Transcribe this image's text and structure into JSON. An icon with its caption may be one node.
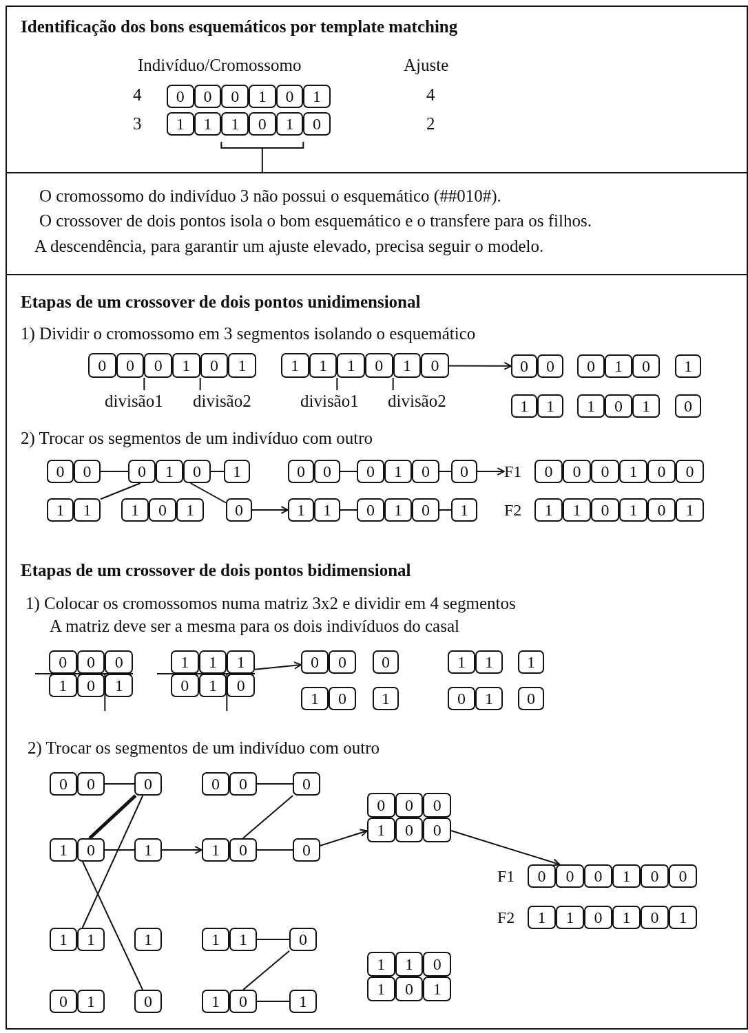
{
  "diagram": {
    "nodes": [
      {
        "text": [
          "Identificação dos bons esquemáticos por template matching"
        ]
      },
      {
        "text": [
          "0",
          "0",
          "0",
          "1",
          "0",
          "1"
        ],
        "in": 0
      },
      {
        "text": [
          "1",
          "1",
          "1",
          "0",
          "1",
          "0"
        ],
        "in": 0
      },
      {
        "text": [
          "O cromossomo do indivíduo 3 não possui o esquemático (##010#).",
          "O crossover de dois pontos isola o bom esquemático e o transfere para os filhos.",
          "A descendência, para garantir um ajuste elevado, precisa seguir o modelo."
        ]
      },
      {
        "text": [
          "Etapas de um crossover de dois pontos unidimensional",
          "1) Dividir o cromossomo em 3 segmentos isolando o esquemático",
          "2) Trocar os segmentos de um indivíduo com outro",
          "Etapas de um crossover de dois pontos bidimensional",
          "1) Colocar os cromossomos numa matriz 3x2 e dividir em 4 segmentos",
          "A matriz deve ser a mesma para os dois indivíduos do casal",
          "2) Trocar os segmentos de um indivíduo com outro"
        ]
      },
      {
        "text": [
          "0",
          "0",
          "0",
          "1",
          "0",
          "1"
        ],
        "in": 4
      },
      {
        "text": [
          "1",
          "1",
          "1",
          "0",
          "1",
          "0"
        ],
        "in": 4
      },
      {
        "text": [
          "0",
          "0"
        ],
        "in": 4
      },
      {
        "text": [
          "0",
          "1",
          "0"
        ],
        "in": 4
      },
      {
        "text": [
          "1"
        ],
        "in": 4
      },
      {
        "text": [
          "1",
          "1"
        ],
        "in": 4
      },
      {
        "text": [
          "1",
          "0",
          "1"
        ],
        "in": 4
      },
      {
        "text": [
          "0"
        ],
        "in": 4
      },
      {
        "text": [
          "0",
          "0"
        ],
        "in": 4
      },
      {
        "text": [
          "0",
          "1",
          "0"
        ],
        "in": 4
      },
      {
        "text": [
          "1"
        ],
        "in": 4
      },
      {
        "text": [
          "1",
          "1"
        ],
        "in": 4
      },
      {
        "text": [
          "1",
          "0",
          "1"
        ],
        "in": 4
      },
      {
        "text": [
          "0"
        ],
        "in": 4
      },
      {
        "text": [
          "0",
          "0"
        ],
        "in": 4
      },
      {
        "text": [
          "0",
          "1",
          "0"
        ],
        "in": 4
      },
      {
        "text": [
          "0"
        ],
        "in": 4
      },
      {
        "text": [
          "1",
          "1"
        ],
        "in": 4
      },
      {
        "text": [
          "0",
          "1",
          "0"
        ],
        "in": 4
      },
      {
        "text": [
          "1"
        ],
        "in": 4
      },
      {
        "text": [
          "0",
          "0",
          "0",
          "1",
          "0",
          "0"
        ],
        "beside": [
          "F1"
        ],
        "in": 4
      },
      {
        "text": [
          "1",
          "1",
          "0",
          "1",
          "0",
          "1"
        ],
        "beside": [
          "F2"
        ],
        "in": 4
      },
      {
        "text": [
          "0",
          "0",
          "0",
          "1",
          "0",
          "1"
        ],
        "in": 4
      },
      {
        "text": [
          "1",
          "1",
          "1",
          "0",
          "1",
          "0"
        ],
        "in": 4
      },
      {
        "text": [
          "0",
          "0"
        ],
        "in": 4
      },
      {
        "text": [
          "0"
        ],
        "in": 4
      },
      {
        "text": [
          "1",
          "1"
        ],
        "in": 4
      },
      {
        "text": [
          "1"
        ],
        "in": 4
      },
      {
        "text": [
          "1",
          "0"
        ],
        "in": 4
      },
      {
        "text": [
          "1"
        ],
        "in": 4
      },
      {
        "text": [
          "0",
          "1"
        ],
        "in": 4
      },
      {
        "text": [
          "0"
        ],
        "in": 4
      },
      {
        "text": [
          "0",
          "0"
        ],
        "in": 4
      },
      {
        "text": [
          "0"
        ],
        "in": 4
      },
      {
        "text": [
          "1",
          "0"
        ],
        "in": 4
      },
      {
        "text": [
          "1"
        ],
        "in": 4
      },
      {
        "text": [
          "1",
          "1"
        ],
        "in": 4
      },
      {
        "text": [
          "1"
        ],
        "in": 4
      },
      {
        "text": [
          "0",
          "1"
        ],
        "in": 4
      },
      {
        "text": [
          "0"
        ],
        "in": 4
      },
      {
        "text": [
          "0",
          "0"
        ],
        "in": 4
      },
      {
        "text": [
          "0"
        ],
        "in": 4
      },
      {
        "text": [
          "1",
          "0"
        ],
        "in": 4
      },
      {
        "text": [
          "0"
        ],
        "in": 4
      },
      {
        "text": [
          "1",
          "1"
        ],
        "in": 4
      },
      {
        "text": [
          "0"
        ],
        "in": 4
      },
      {
        "text": [
          "1",
          "0"
        ],
        "in": 4
      },
      {
        "text": [
          "1"
        ],
        "in": 4
      },
      {
        "text": [
          "0",
          "0",
          "0",
          "1",
          "0",
          "0"
        ],
        "in": 4
      },
      {
        "text": [
          "1",
          "1",
          "0",
          "1",
          "0",
          "1"
        ],
        "in": 4
      },
      {
        "text": [
          "0",
          "0",
          "0",
          "1",
          "0",
          "0"
        ],
        "beside": [
          "F1"
        ],
        "in": 4
      },
      {
        "text": [
          "1",
          "1",
          "0",
          "1",
          "0",
          "1"
        ],
        "beside": [
          "F2"
        ],
        "in": 4
      }
    ],
    "edges": [
      {
        "from": 6,
        "to": 7,
        "arrow": "to"
      },
      {
        "from": 13,
        "to": 14,
        "arrow": "none"
      },
      {
        "from": 16,
        "to": 14,
        "arrow": "none"
      },
      {
        "from": 14,
        "to": 15,
        "arrow": "none"
      },
      {
        "from": 14,
        "to": 18,
        "arrow": "none"
      },
      {
        "from": 18,
        "to": 22,
        "arrow": "to"
      },
      {
        "from": 19,
        "to": 20,
        "arrow": "none"
      },
      {
        "from": 20,
        "to": 21,
        "arrow": "none"
      },
      {
        "from": 22,
        "to": 23,
        "arrow": "none"
      },
      {
        "from": 23,
        "to": 24,
        "arrow": "none"
      },
      {
        "from": 21,
        "to": 25,
        "arrow": "to"
      },
      {
        "from": 28,
        "to": 29,
        "arrow": "to"
      },
      {
        "from": 37,
        "to": 38,
        "arrow": "none"
      },
      {
        "from": 38,
        "to": 39,
        "arrow": "none",
        "style": "thick"
      },
      {
        "from": 38,
        "to": 41,
        "arrow": "none"
      },
      {
        "from": 39,
        "to": 40,
        "arrow": "none"
      },
      {
        "from": 39,
        "to": 44,
        "arrow": "none"
      },
      {
        "from": 40,
        "to": 47,
        "arrow": "to"
      },
      {
        "from": 45,
        "to": 46,
        "arrow": "none"
      },
      {
        "from": 46,
        "to": 47,
        "arrow": "none"
      },
      {
        "from": 47,
        "to": 48,
        "arrow": "none"
      },
      {
        "from": 49,
        "to": 50,
        "arrow": "none"
      },
      {
        "from": 50,
        "to": 51,
        "arrow": "none"
      },
      {
        "from": 51,
        "to": 52,
        "arrow": "none"
      },
      {
        "from": 48,
        "to": 53,
        "arrow": "to"
      },
      {
        "from": 53,
        "to": 55,
        "arrow": "to"
      }
    ],
    "labels": [
      "Indivíduo/Cromossomo",
      "Ajuste",
      "4",
      "4",
      "3",
      "2",
      "divisão1",
      "divisão2",
      "divisão1",
      "divisão2"
    ]
  }
}
